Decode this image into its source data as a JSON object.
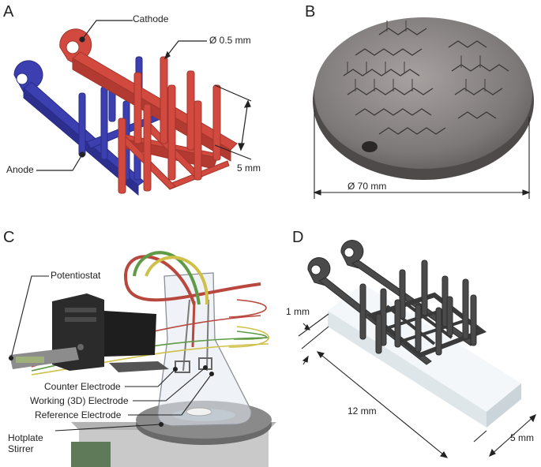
{
  "panels": {
    "a": {
      "letter": "A",
      "labels": {
        "cathode": "Cathode",
        "anode": "Anode",
        "diameter": "Ø 0.5 mm",
        "height": "5 mm"
      },
      "colors": {
        "cathode": "#d24a3f",
        "anode": "#3b3fb0"
      }
    },
    "b": {
      "letter": "B",
      "labels": {
        "diameter": "Ø 70 mm"
      },
      "colors": {
        "plate": "#7d7878"
      }
    },
    "c": {
      "letter": "C",
      "labels": {
        "potentiostat": "Potentiostat",
        "counter": "Counter Electrode",
        "working": "Working (3D) Electrode",
        "reference": "Reference Electrode",
        "hotplate": "Hotplate\nStirrer"
      },
      "colors": {
        "wire_red": "#b8483d",
        "wire_green": "#5f9a45",
        "wire_yellow": "#cfc04a"
      }
    },
    "d": {
      "letter": "D",
      "labels": {
        "thickness": "1 mm",
        "length": "12 mm",
        "width": "5 mm"
      },
      "colors": {
        "electrode": "#4a4a4a",
        "base": "#eaf2f6"
      }
    }
  }
}
